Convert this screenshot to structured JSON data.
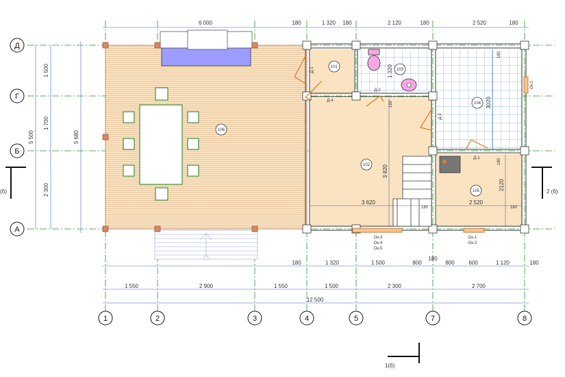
{
  "axes": {
    "rows": [
      "Д",
      "Г",
      "Б",
      "А"
    ],
    "cols": [
      "1",
      "2",
      "4",
      "5",
      "7",
      "8",
      "3"
    ]
  },
  "dims": {
    "top_left": "6 000",
    "top": [
      "180",
      "1 320",
      "180",
      "2 120",
      "180",
      "2 520",
      "180"
    ],
    "left": [
      "1 500",
      "1 700",
      "2 300"
    ],
    "left_total": "5 500",
    "left_inner": "5 680",
    "bottom_inner": [
      "180",
      "1 320",
      "1 500",
      "800",
      "180",
      "800",
      "600",
      "1 120",
      "180"
    ],
    "bottom": [
      "1 550",
      "2 900",
      "1 550",
      "1 500",
      "2 300",
      "2 700"
    ],
    "bottom_total": "12 500",
    "hall_w": "3 620",
    "hall_h": "3 820",
    "room105_w": "2 520",
    "room105_h": "2120",
    "room104_h": "3020",
    "bath_h": "1 320",
    "door_h": "180",
    "misc": [
      "180",
      "180",
      "180",
      "180",
      "180"
    ]
  },
  "rooms": {
    "r101": "101",
    "r102": "102",
    "r103": "103",
    "r104": "104",
    "r105": "105",
    "r106": "106"
  },
  "doors": {
    "d1": "Д-1",
    "d1b": "Д-1",
    "d2": "Д-2",
    "d3": "Д-3",
    "d4": "Д-4"
  },
  "windows": {
    "ok1_side": "Ок-1",
    "ok_bottom_left": [
      "Ок-3",
      "Ок-4",
      "Ок-5"
    ],
    "ok_bottom_right": [
      "Ок-1",
      "Ок-2"
    ]
  },
  "sections": {
    "right": "2 (б)",
    "left": "(б)",
    "bottom": "1(б)"
  },
  "colors": {
    "floor": "#fbe3c1",
    "deck_line": "#d9b58a",
    "tile": "#6fa8dc",
    "wall": "#333333",
    "axis": "#1a9a1a",
    "dim": "#3366cc"
  }
}
